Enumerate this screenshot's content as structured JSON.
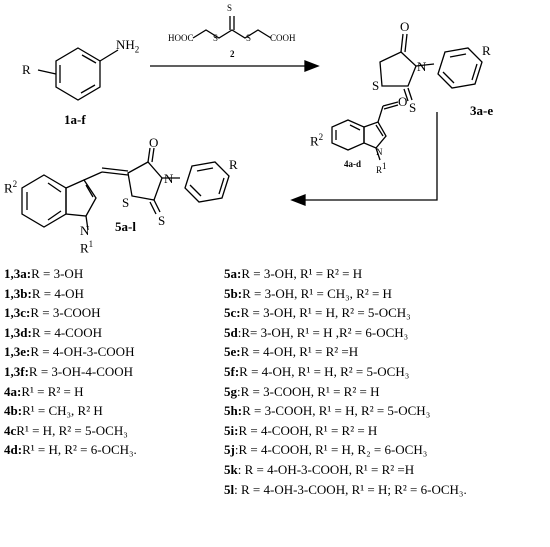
{
  "reactants": {
    "aniline_label": "1a-f",
    "reagent_number": "2",
    "reagent_left_group": "HOOC",
    "reagent_right_group": "COOH",
    "aldehyde_label": "4a-d",
    "rhodanine_label": "3a-e",
    "product_label": "5a-l"
  },
  "atoms": {
    "NH2": "NH",
    "NH2_sub": "2",
    "R": "R",
    "R2": "R",
    "R2_sup": "2",
    "R1": "R",
    "R1_sup": "1",
    "O": "O",
    "S": "S",
    "N": "N"
  },
  "list_left": [
    {
      "id": "1,3a:",
      "text": "R = 3-OH"
    },
    {
      "id": "1,3b:",
      "text": "R = 4-OH"
    },
    {
      "id": "1,3c:",
      "text": "R = 3-COOH"
    },
    {
      "id": "1,3d:",
      "text": "R = 4-COOH"
    },
    {
      "id": "1,3e:",
      "text": "R = 4-OH-3-COOH"
    },
    {
      "id": "1,3f:",
      "text": "R = 3-OH-4-COOH"
    },
    {
      "id": "4a:",
      "text": "R¹ = R² = H"
    },
    {
      "id": "4b:",
      "text": "R¹ = CH₃, R² H"
    },
    {
      "id": "4c",
      "text": "R¹ = H, R² = 5-OCH₃"
    },
    {
      "id": "4d:",
      "text": "R¹ = H, R² = 6-OCH₃."
    }
  ],
  "list_right": [
    {
      "id": "5a:",
      "text": "R = 3-OH, R¹ = R² = H"
    },
    {
      "id": "5b:",
      "text": "R = 3-OH, R¹ = CH₃, R² = H"
    },
    {
      "id": "5c:",
      "text": "R = 3-OH, R¹ = H, R² = 5-OCH₃"
    },
    {
      "id": "5d",
      "text": ":R= 3-OH, R¹ = H ,R² = 6-OCH₃"
    },
    {
      "id": "5e:",
      "text": "R = 4-OH, R¹ = R² =H"
    },
    {
      "id": "5f:",
      "text": "R = 4-OH, R¹ = H, R² = 5-OCH₃"
    },
    {
      "id": "5g",
      "text": ":R = 3-COOH, R¹ = R² = H"
    },
    {
      "id": "5h:",
      "text": "R = 3-COOH, R¹ = H, R² = 5-OCH₃"
    },
    {
      "id": "5i:",
      "text": "R = 4-COOH, R¹ = R² = H"
    },
    {
      "id": "5j",
      "text": ":R = 4-COOH, R¹ = H, R₂ = 6-OCH₃"
    },
    {
      "id": "5k",
      "text": ": R = 4-OH-3-COOH, R¹ = R² =H"
    },
    {
      "id": "5l",
      "text": ": R = 4-OH-3-COOH, R¹ = H; R² = 6-OCH₃."
    }
  ]
}
